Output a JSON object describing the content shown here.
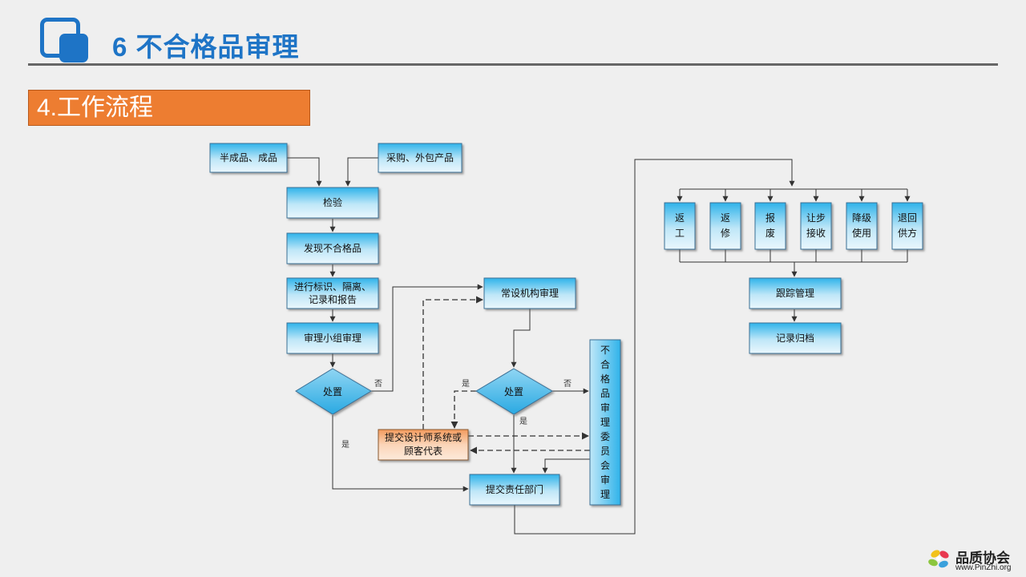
{
  "slide": {
    "title": "6 不合格品审理",
    "section": "4.工作流程"
  },
  "flow": {
    "n_semi": "半成品、成品",
    "n_purchase": "采购、外包产品",
    "n_inspect": "检验",
    "n_found": "发现不合格品",
    "n_mark": [
      "进行标识、隔离、",
      "记录和报告"
    ],
    "n_group": "审理小组审理",
    "n_decide1": "处置",
    "n_standing": "常设机构审理",
    "n_decide2": "处置",
    "n_designer": [
      "提交设计师系统或",
      "顾客代表"
    ],
    "n_resp": "提交责任部门",
    "n_committee": [
      "不",
      "合",
      "格",
      "品",
      "审",
      "理",
      "委",
      "员",
      "会",
      "审",
      "理"
    ],
    "outcomes": [
      [
        "返",
        "工"
      ],
      [
        "返",
        "修"
      ],
      [
        "报",
        "废"
      ],
      [
        "让步",
        "接收"
      ],
      [
        "降级",
        "使用"
      ],
      [
        "退回",
        "供方"
      ]
    ],
    "n_track": "跟踪管理",
    "n_archive": "记录归档",
    "lbl_no1": "否",
    "lbl_yes1": "是",
    "lbl_yes2a": "是",
    "lbl_no2": "否",
    "lbl_yes2b": "是"
  },
  "brand": {
    "name": "品质协会",
    "url": "www.PinZhi.org"
  }
}
